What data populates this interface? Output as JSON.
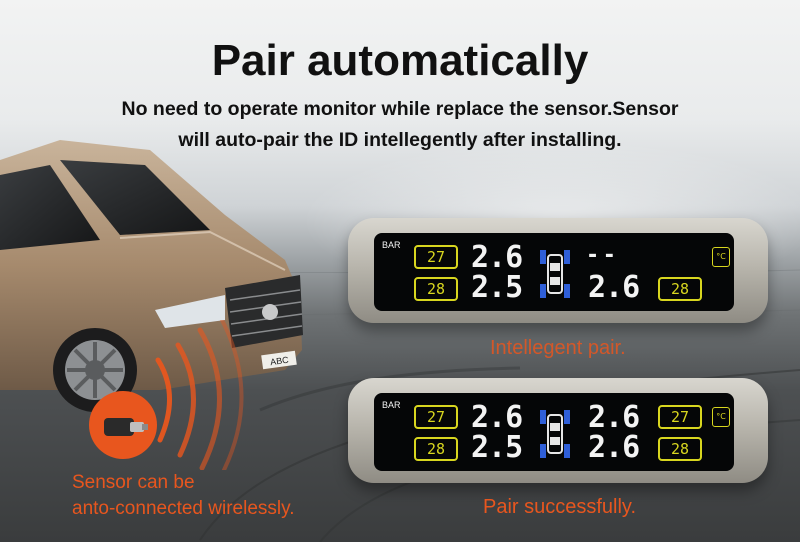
{
  "title": "Pair automatically",
  "subtitle_line1": "No need to operate monitor while replace the sensor.Sensor",
  "subtitle_line2": "will auto-pair the ID intellegently after installing.",
  "car_plate": "ABC",
  "sensor_caption_line1": "Sensor can be",
  "sensor_caption_line2": "anto-connected wirelessly.",
  "monitor_top": {
    "caption": "Intellegent pair.",
    "bar_label": "BAR",
    "temp_front_left": "27",
    "temp_rear_left": "28",
    "pressure_front_left": "2.6",
    "pressure_rear_left": "2.5",
    "pressure_front_right": "- -",
    "pressure_rear_right": "2.6",
    "temp_rear_right": "28",
    "temp_unit": "°C"
  },
  "monitor_bottom": {
    "caption": "Pair successfully.",
    "bar_label": "BAR",
    "temp_front_left": "27",
    "temp_rear_left": "28",
    "pressure_front_left": "2.6",
    "pressure_rear_left": "2.5",
    "pressure_front_right": "2.6",
    "pressure_rear_right": "2.6",
    "temp_front_right": "27",
    "temp_rear_right": "28",
    "temp_unit": "°C"
  },
  "colors": {
    "accent_orange": "#e8561e",
    "lcd_yellow": "#d8d61f",
    "lcd_blue": "#2f5fd8"
  }
}
